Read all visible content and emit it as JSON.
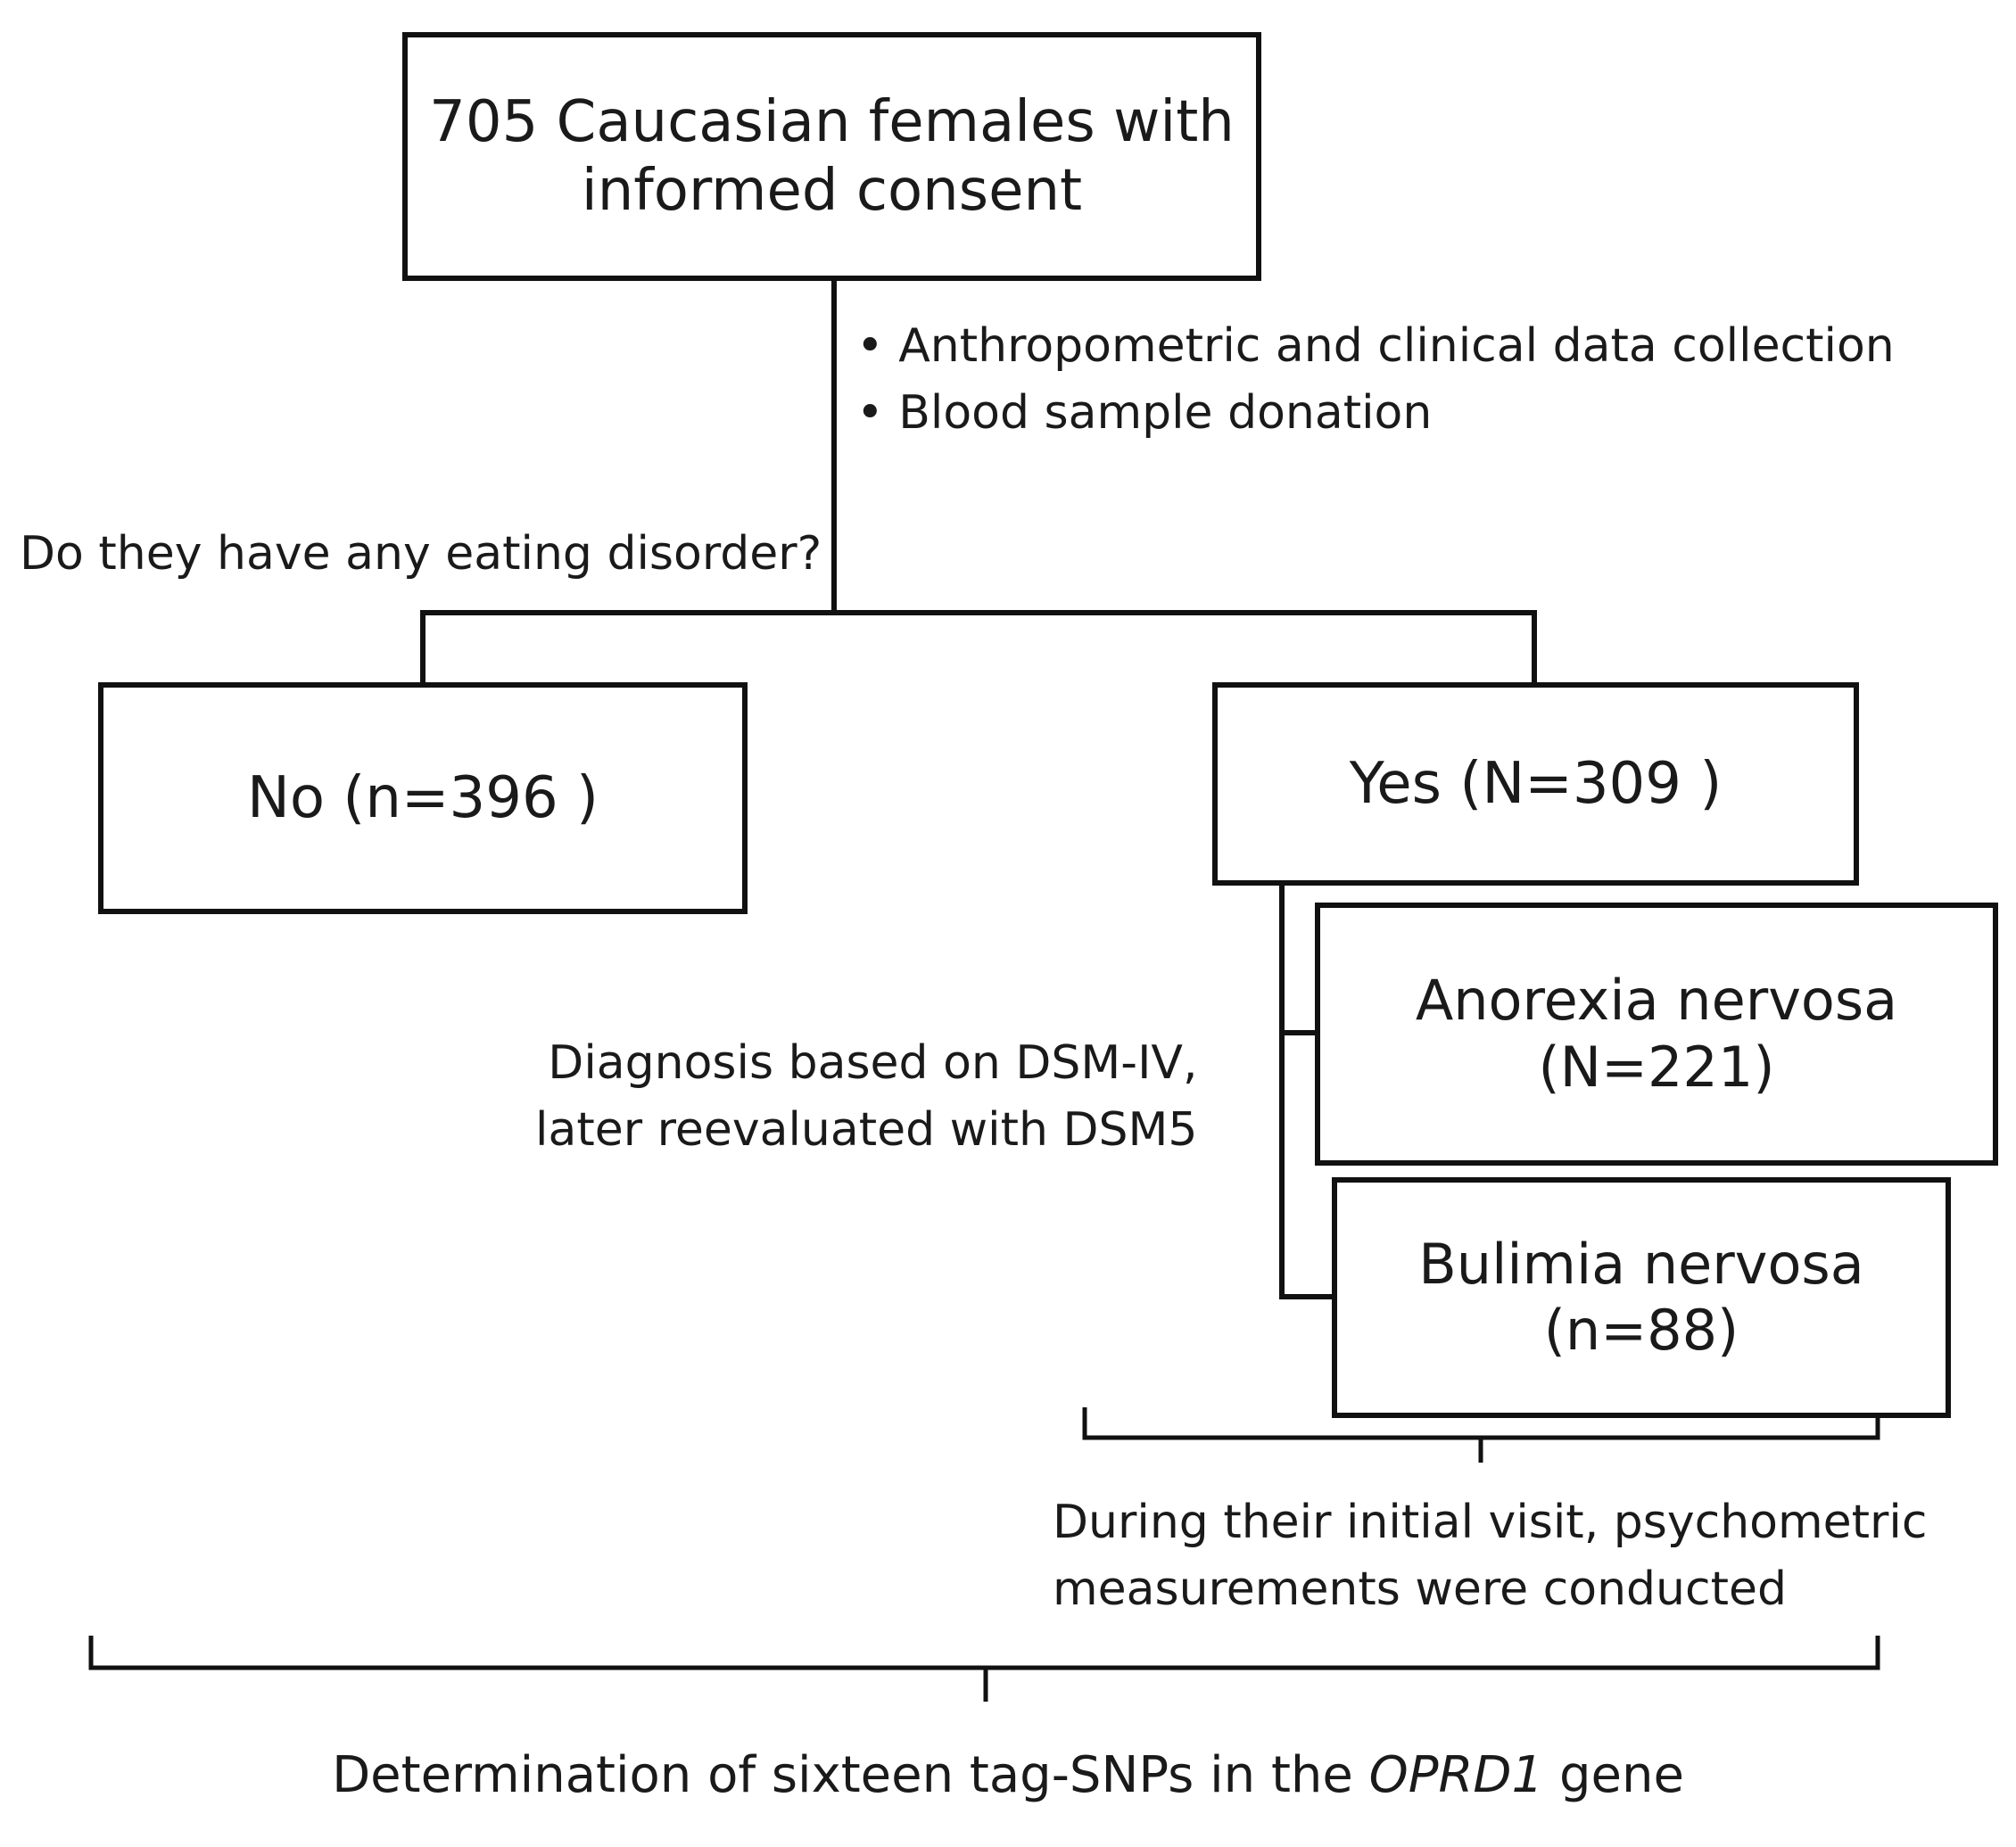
{
  "top_box": {
    "line1": "705 Caucasian females with",
    "line2": "informed consent"
  },
  "collection_notes": [
    "• Anthropometric  and clinical data collection",
    "• Blood sample donation"
  ],
  "question": "Do they have any eating disorder?",
  "no_box": "No (n=396 )",
  "yes_box": "Yes (N=309 )",
  "diagnosis_note": {
    "line1": "Diagnosis based on DSM-IV,",
    "line2": "later reevaluated with DSM5"
  },
  "anorexia_box": {
    "line1": "Anorexia nervosa",
    "line2": "(N=221)"
  },
  "bulimia_box": {
    "line1": "Bulimia nervosa",
    "line2": "(n=88)"
  },
  "psychometric_note": {
    "line1": "During their initial visit, psychometric",
    "line2": "measurements  were conducted"
  },
  "final_step": {
    "prefix": "Determination of sixteen tag-SNPs in the ",
    "gene": "OPRD1",
    "suffix": " gene"
  }
}
